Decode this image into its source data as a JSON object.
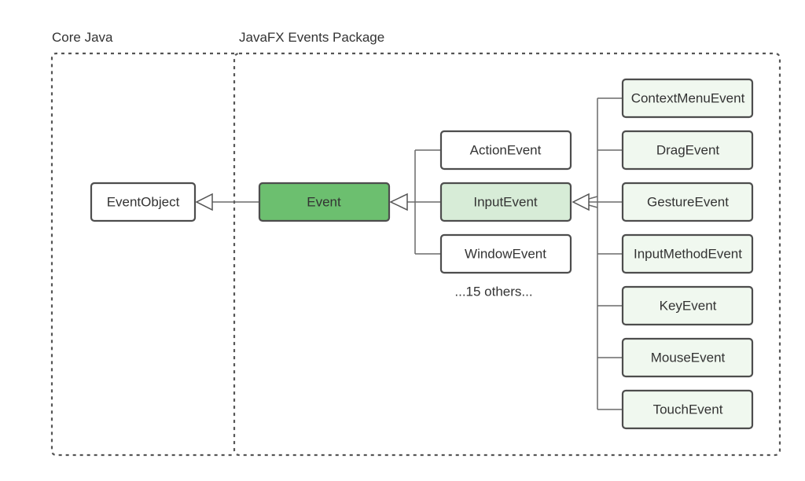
{
  "packages": {
    "core": {
      "label": "Core Java"
    },
    "javafx": {
      "label": "JavaFX Events Package"
    }
  },
  "nodes": {
    "event_object": "EventObject",
    "event": "Event",
    "action_event": "ActionEvent",
    "input_event": "InputEvent",
    "window_event": "WindowEvent",
    "others_note": "...15 others...",
    "input_subclasses": [
      "ContextMenuEvent",
      "DragEvent",
      "GestureEvent",
      "InputMethodEvent",
      "KeyEvent",
      "MouseEvent",
      "TouchEvent"
    ]
  },
  "colors": {
    "event_fill": "#6cbf6f",
    "input_event_fill": "#d7ecd7",
    "subclass_fill": "#f0f8ef",
    "plain_fill": "#ffffff"
  }
}
